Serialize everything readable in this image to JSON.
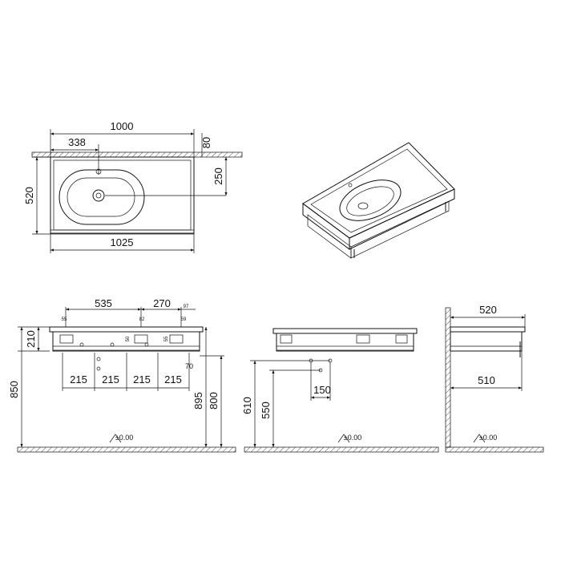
{
  "top_view": {
    "width_overall": "1000",
    "tap_offset": "338",
    "depth": "520",
    "wall_gap": "80",
    "tap_to_drain": "250",
    "width_base": "1025"
  },
  "front_view": {
    "dim_535": "535",
    "dim_270": "270",
    "dim_97": "97",
    "dim_55_left": "55",
    "dim_82": "82",
    "dim_59": "59",
    "dim_50": "50",
    "dim_55_mid": "55",
    "dim_210": "210",
    "spacing": [
      "215",
      "215",
      "215",
      "215"
    ],
    "dim_70": "70",
    "height_850": "850",
    "height_895": "895",
    "height_800": "800",
    "floor_level": "±0.00"
  },
  "center_view": {
    "dim_610": "610",
    "dim_550": "550",
    "dim_150": "150",
    "floor_level": "±0.00"
  },
  "side_view": {
    "depth_520": "520",
    "depth_510": "510",
    "floor_level": "±0.00"
  }
}
